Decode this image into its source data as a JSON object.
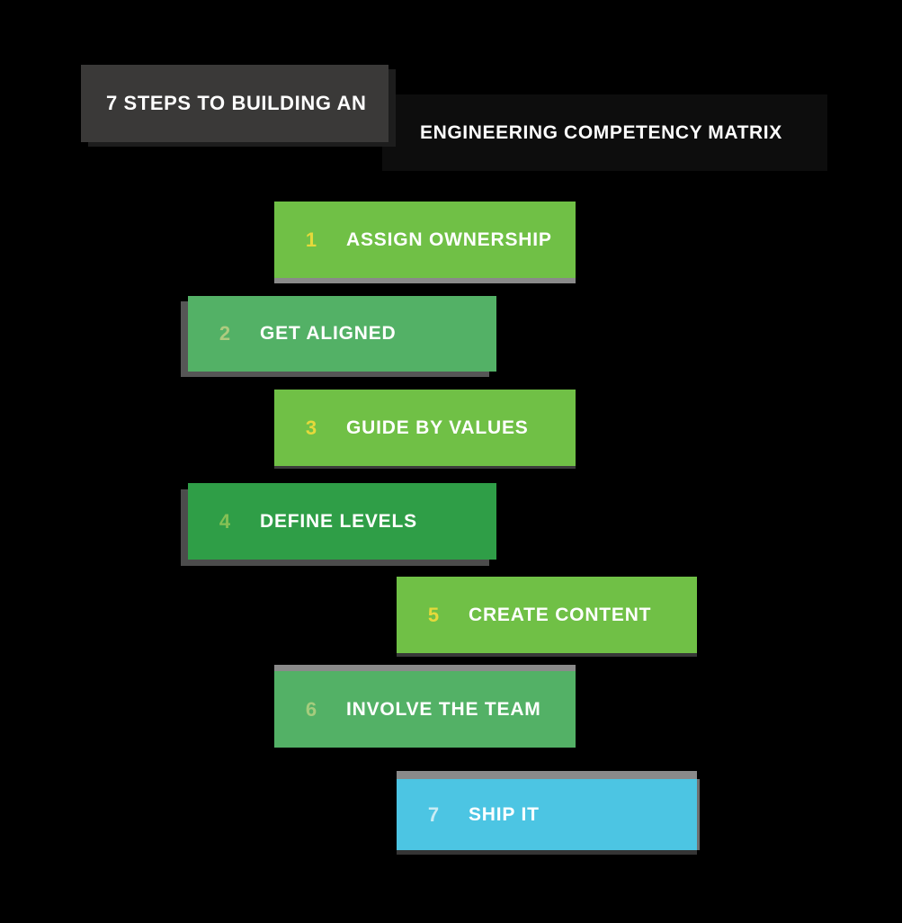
{
  "title": {
    "line1": "7 STEPS TO BUILDING AN",
    "line2": "ENGINEERING COMPETENCY MATRIX"
  },
  "colors": {
    "background": "#000000",
    "title_chip_1_bg": "#3a3938",
    "title_chip_2_bg": "#0d0d0d",
    "title_text": "#ffffff",
    "step_text": "#ffffff",
    "green_light": "#70c046",
    "green_medium": "#53b166",
    "green_dark": "#2f9e47",
    "blue": "#4cc5e3"
  },
  "steps": [
    {
      "number": "1",
      "label": "ASSIGN OWNERSHIP",
      "bar_color": "#70c046",
      "number_color": "#e5d93b"
    },
    {
      "number": "2",
      "label": "GET ALIGNED",
      "bar_color": "#53b166",
      "number_color": "#aecb7f"
    },
    {
      "number": "3",
      "label": "GUIDE BY VALUES",
      "bar_color": "#70c046",
      "number_color": "#e5d93b"
    },
    {
      "number": "4",
      "label": "DEFINE LEVELS",
      "bar_color": "#2f9e47",
      "number_color": "#85c055"
    },
    {
      "number": "5",
      "label": "CREATE CONTENT",
      "bar_color": "#70c046",
      "number_color": "#e5d93b"
    },
    {
      "number": "6",
      "label": "INVOLVE THE TEAM",
      "bar_color": "#53b166",
      "number_color": "#a5cc7d"
    },
    {
      "number": "7",
      "label": "SHIP IT",
      "bar_color": "#4cc5e3",
      "number_color": "#c9ecf4"
    }
  ]
}
